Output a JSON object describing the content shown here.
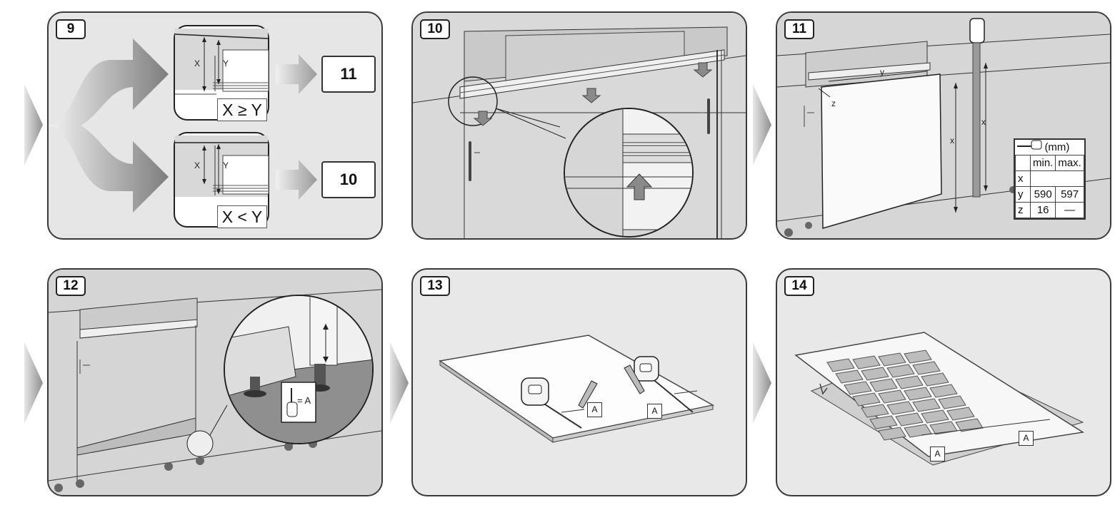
{
  "steps": {
    "s9": {
      "number": "9",
      "labels": {
        "x": "X",
        "y": "Y"
      },
      "branch_top": {
        "condition": "X ≥ Y",
        "next": "11"
      },
      "branch_bottom": {
        "condition": "X < Y",
        "next": "10"
      }
    },
    "s10": {
      "number": "10"
    },
    "s11": {
      "number": "11",
      "labels": {
        "x": "x",
        "y": "y",
        "z": "z"
      },
      "table": {
        "unit": "(mm)",
        "col_min": "min.",
        "col_max": "max.",
        "rows": [
          {
            "axis": "x",
            "min": "",
            "max": ""
          },
          {
            "axis": "y",
            "min": "590",
            "max": "597"
          },
          {
            "axis": "z",
            "min": "16",
            "max": "—"
          }
        ]
      }
    },
    "s12": {
      "number": "12",
      "callout": "= A"
    },
    "s13": {
      "number": "13",
      "tag_a1": "A",
      "tag_a2": "A"
    },
    "s14": {
      "number": "14",
      "tag_a1": "A",
      "tag_a2": "A"
    }
  },
  "icons": [
    "arrow-right-icon",
    "tape-measure-icon",
    "pencil-icon",
    "down-arrow-icon",
    "up-arrow-icon"
  ],
  "colors": {
    "panel_bg": "#e9e9e9",
    "line": "#3a3a3a",
    "separator": "#9c9c9c"
  }
}
